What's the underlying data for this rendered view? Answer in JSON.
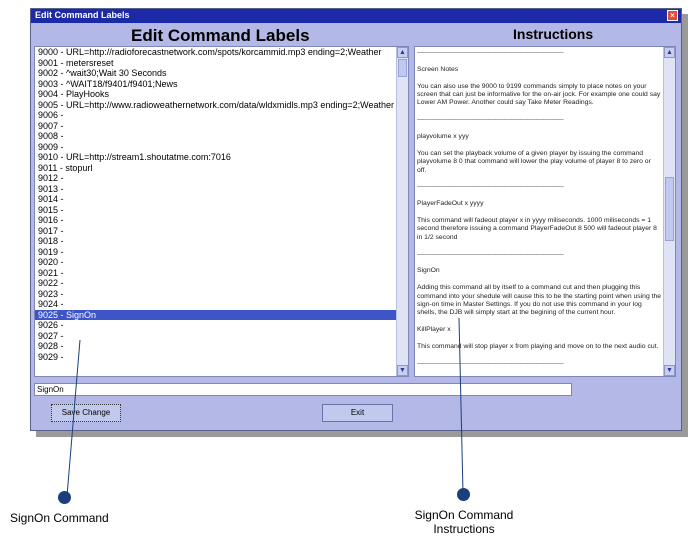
{
  "window": {
    "title": "Edit Command Labels",
    "close_glyph": "×"
  },
  "left_panel": {
    "heading": "Edit Command Labels",
    "items": [
      "9000 - URL=http://radioforecastnetwork.com/spots/korcammid.mp3 ending=2;Weather",
      "9001 - metersreset",
      "9002 - ^wait30;Wait 30 Seconds",
      "9003 - ^WAIT18/f9401/f9401;News",
      "9004 - PlayHooks",
      "9005 - URL=http://www.radioweathernetwork.com/data/wldxmidls.mp3 ending=2;Weather",
      "9006 -",
      "9007 -",
      "9008 -",
      "9009 -",
      "9010 - URL=http://stream1.shoutatme.com:7016",
      "9011 - stopurl",
      "9012 -",
      "9013 -",
      "9014 -",
      "9015 -",
      "9016 -",
      "9017 -",
      "9018 -",
      "9019 -",
      "9020 -",
      "9021 -",
      "9022 -",
      "9023 -",
      "9024 -",
      "9025 - SignOn",
      "9026 -",
      "9027 -",
      "9028 -",
      "9029 -"
    ],
    "selected_index": 25
  },
  "right_panel": {
    "heading": "Instructions",
    "separator": "-----------------------------------------------------------------------------------",
    "blocks": [
      "",
      "Screen Notes",
      "You can also use the 9000 to 9199 commands simply to place notes on your screen that can just be informative for the on-air jock.  For example one could say Lower AM Power.  Another could say Take Meter Readings.",
      "SEP",
      "playvolume x yyy",
      "You can set the playback volume of a given player by issuing the command playvolume 8 0 that command will lower the play volume of player 8 to zero or off.",
      "SEP",
      "PlayerFadeOut x yyyy",
      "This command will fadeout player x in yyyy miliseconds.  1000 miliseconds = 1 second therefore issuing a command PlayerFadeOut 8 500 will fadeout player 8 in 1/2 second",
      "SEP",
      "SignOn",
      "Adding this command all by itself to a command cut and then plugging this command into your shedule will cause this to be the starting point when using the sign-on time in Master Settings.  If you do not use this command in your log shells, the DJB will simply start at the begining of the current hour.",
      "KillPlayer x",
      "This command will stop player x from playing and move on to the next audio cut.",
      "SEP"
    ]
  },
  "edit_field": {
    "value": "SignOn"
  },
  "buttons": {
    "save_label": "Save Change",
    "exit_label": "Exit"
  },
  "scroll": {
    "up_glyph": "▲",
    "down_glyph": "▼"
  },
  "callouts": {
    "left_caption": "SignOn Command",
    "right_caption_line1": "SignOn Command",
    "right_caption_line2": "Instructions"
  },
  "colors": {
    "window_bg": "#b3b8e6",
    "titlebar": "#1c2aa8",
    "selection": "#3d55c9",
    "callout": "#1a3f7a"
  }
}
